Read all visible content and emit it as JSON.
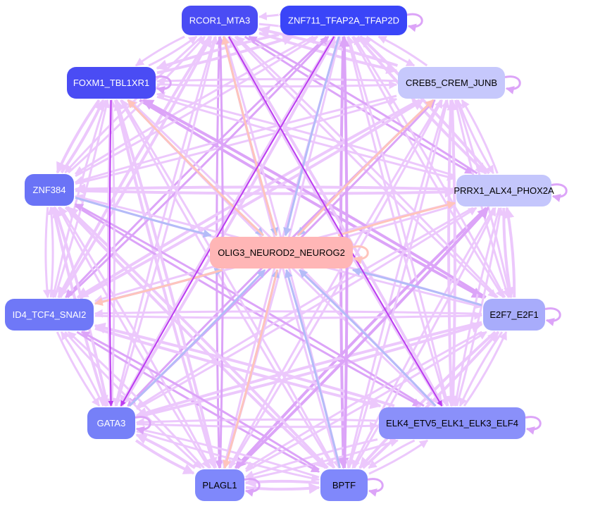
{
  "nodes": [
    {
      "id": "RCOR1_MTA3",
      "label": "RCOR1_MTA3",
      "color": "#4a4cf4",
      "text": "#ffffff",
      "loop": false
    },
    {
      "id": "ZNF711_TFAP2A_TFAP2D",
      "label": "ZNF711_TFAP2A_TFAP2D",
      "color": "#3a45f8",
      "text": "#ffffff",
      "loop": true
    },
    {
      "id": "FOXM1_TBL1XR1",
      "label": "FOXM1_TBL1XR1",
      "color": "#4a4cf4",
      "text": "#ffffff",
      "loop": true
    },
    {
      "id": "CREB5_CREM_JUNB",
      "label": "CREB5_CREM_JUNB",
      "color": "#c6c8fc",
      "text": "#000000",
      "loop": true
    },
    {
      "id": "ZNF384",
      "label": "ZNF384",
      "color": "#6a73f6",
      "text": "#ffffff",
      "loop": false
    },
    {
      "id": "PRRX1_ALX4_PHOX2A",
      "label": "PRRX1_ALX4_PHOX2A",
      "color": "#c4c6fc",
      "text": "#000000",
      "loop": true
    },
    {
      "id": "OLIG3_NEUROD2_NEUROG2",
      "label": "OLIG3_NEUROD2_NEUROG2",
      "color": "#ffb6b6",
      "text": "#000000",
      "loop": true
    },
    {
      "id": "ID4_TCF4_SNAI2",
      "label": "ID4_TCF4_SNAI2",
      "color": "#6f78f7",
      "text": "#ffffff",
      "loop": false
    },
    {
      "id": "E2F7_E2F1",
      "label": "E2F7_E2F1",
      "color": "#a8acfb",
      "text": "#000000",
      "loop": true
    },
    {
      "id": "GATA3",
      "label": "GATA3",
      "color": "#7680f8",
      "text": "#ffffff",
      "loop": true
    },
    {
      "id": "ELK4_ETV5_ELK1_ELK3_ELF4",
      "label": "ELK4_ETV5_ELK1_ELK3_ELF4",
      "color": "#8a90fa",
      "text": "#000000",
      "loop": true
    },
    {
      "id": "PLAGL1",
      "label": "PLAGL1",
      "color": "#7f88fb",
      "text": "#000000",
      "loop": true
    },
    {
      "id": "BPTF",
      "label": "BPTF",
      "color": "#8088fb",
      "text": "#000000",
      "loop": true
    }
  ],
  "edge_colors": {
    "weak": "#ecc8fc",
    "medium": "#dca4f8",
    "strong": "#bb3cf0",
    "activation_blue": "#b4bcf8",
    "hub_out": "#ffc4bc"
  },
  "special_edges": [
    [
      "RCOR1_MTA3",
      "OLIG3_NEUROD2_NEUROG2",
      "activation_blue"
    ],
    [
      "OLIG3_NEUROD2_NEUROG2",
      "RCOR1_MTA3",
      "hub_out"
    ],
    [
      "ZNF711_TFAP2A_TFAP2D",
      "OLIG3_NEUROD2_NEUROG2",
      "activation_blue"
    ],
    [
      "FOXM1_TBL1XR1",
      "OLIG3_NEUROD2_NEUROG2",
      "activation_blue"
    ],
    [
      "OLIG3_NEUROD2_NEUROG2",
      "FOXM1_TBL1XR1",
      "hub_out"
    ],
    [
      "CREB5_CREM_JUNB",
      "OLIG3_NEUROD2_NEUROG2",
      "activation_blue"
    ],
    [
      "OLIG3_NEUROD2_NEUROG2",
      "CREB5_CREM_JUNB",
      "hub_out"
    ],
    [
      "ZNF384",
      "OLIG3_NEUROD2_NEUROG2",
      "activation_blue"
    ],
    [
      "OLIG3_NEUROD2_NEUROG2",
      "PRRX1_ALX4_PHOX2A",
      "hub_out"
    ],
    [
      "ID4_TCF4_SNAI2",
      "OLIG3_NEUROD2_NEUROG2",
      "activation_blue"
    ],
    [
      "OLIG3_NEUROD2_NEUROG2",
      "ID4_TCF4_SNAI2",
      "hub_out"
    ],
    [
      "E2F7_E2F1",
      "OLIG3_NEUROD2_NEUROG2",
      "activation_blue"
    ],
    [
      "GATA3",
      "OLIG3_NEUROD2_NEUROG2",
      "activation_blue"
    ],
    [
      "PLAGL1",
      "OLIG3_NEUROD2_NEUROG2",
      "activation_blue"
    ],
    [
      "OLIG3_NEUROD2_NEUROG2",
      "PLAGL1",
      "hub_out"
    ],
    [
      "BPTF",
      "OLIG3_NEUROD2_NEUROG2",
      "activation_blue"
    ],
    [
      "ELK4_ETV5_ELK1_ELK3_ELF4",
      "OLIG3_NEUROD2_NEUROG2",
      "activation_blue"
    ],
    [
      "RCOR1_MTA3",
      "ELK4_ETV5_ELK1_ELK3_ELF4",
      "strong"
    ],
    [
      "ZNF711_TFAP2A_TFAP2D",
      "GATA3",
      "strong"
    ],
    [
      "FOXM1_TBL1XR1",
      "GATA3",
      "strong"
    ]
  ]
}
